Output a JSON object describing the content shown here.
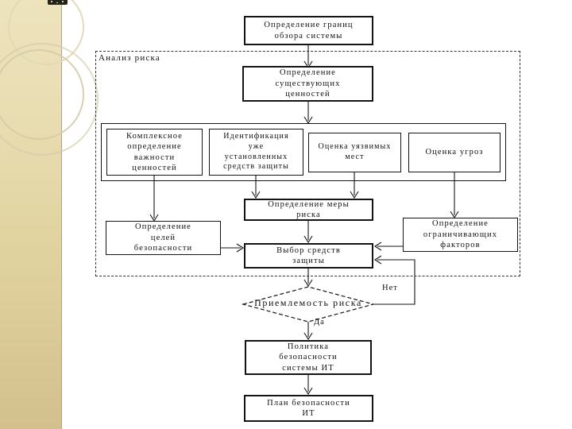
{
  "sidebar": {
    "color_top": "#ede3bd",
    "color_bottom": "#d3c08c"
  },
  "flowchart": {
    "region_label": "Анализ риска",
    "nodes": [
      {
        "id": "scope",
        "label": "Определение границ\nобзора системы"
      },
      {
        "id": "values",
        "label": "Определение\nсуществующих\nценностей"
      },
      {
        "id": "importance",
        "label": "Комплексное\nопределение\nважности\nценностей"
      },
      {
        "id": "identification",
        "label": "Идентификация\nуже\nустановленных\nсредств защиты"
      },
      {
        "id": "vulnerabilities",
        "label": "Оценка уязвимых\nмест"
      },
      {
        "id": "threats",
        "label": "Оценка угроз"
      },
      {
        "id": "risk_measure",
        "label": "Определение меры\nриска"
      },
      {
        "id": "goals",
        "label": "Определение\nцелей\nбезопасности"
      },
      {
        "id": "constraints",
        "label": "Определение\nограничивающих\nфакторов"
      },
      {
        "id": "selection",
        "label": "Выбор средств\nзащиты"
      },
      {
        "id": "acceptability",
        "label": "Приемлемость риска"
      },
      {
        "id": "policy",
        "label": "Политика\nбезопасности\nсистемы ИТ"
      },
      {
        "id": "plan",
        "label": "План безопасности\nИТ"
      }
    ],
    "edge_labels": {
      "no": "Нет",
      "yes": "Да"
    },
    "line_color": "#141414"
  }
}
